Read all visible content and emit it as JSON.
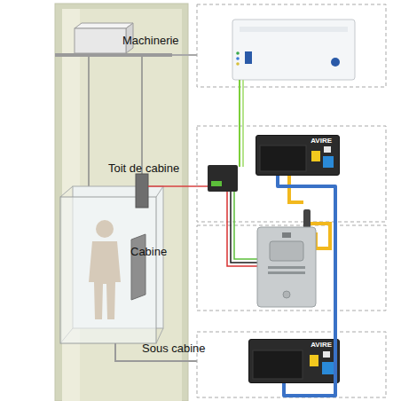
{
  "diagram": {
    "nodes": [
      {
        "text": [
          "AVIRE"
        ]
      },
      {
        "text": [
          "AVIRE"
        ]
      }
    ],
    "edges": [
      {
        "from": 0,
        "to": 1,
        "arrow": "none"
      }
    ],
    "labels": [
      "Machinerie",
      "Toit de cabine",
      "Cabine",
      "Sous cabine"
    ]
  }
}
